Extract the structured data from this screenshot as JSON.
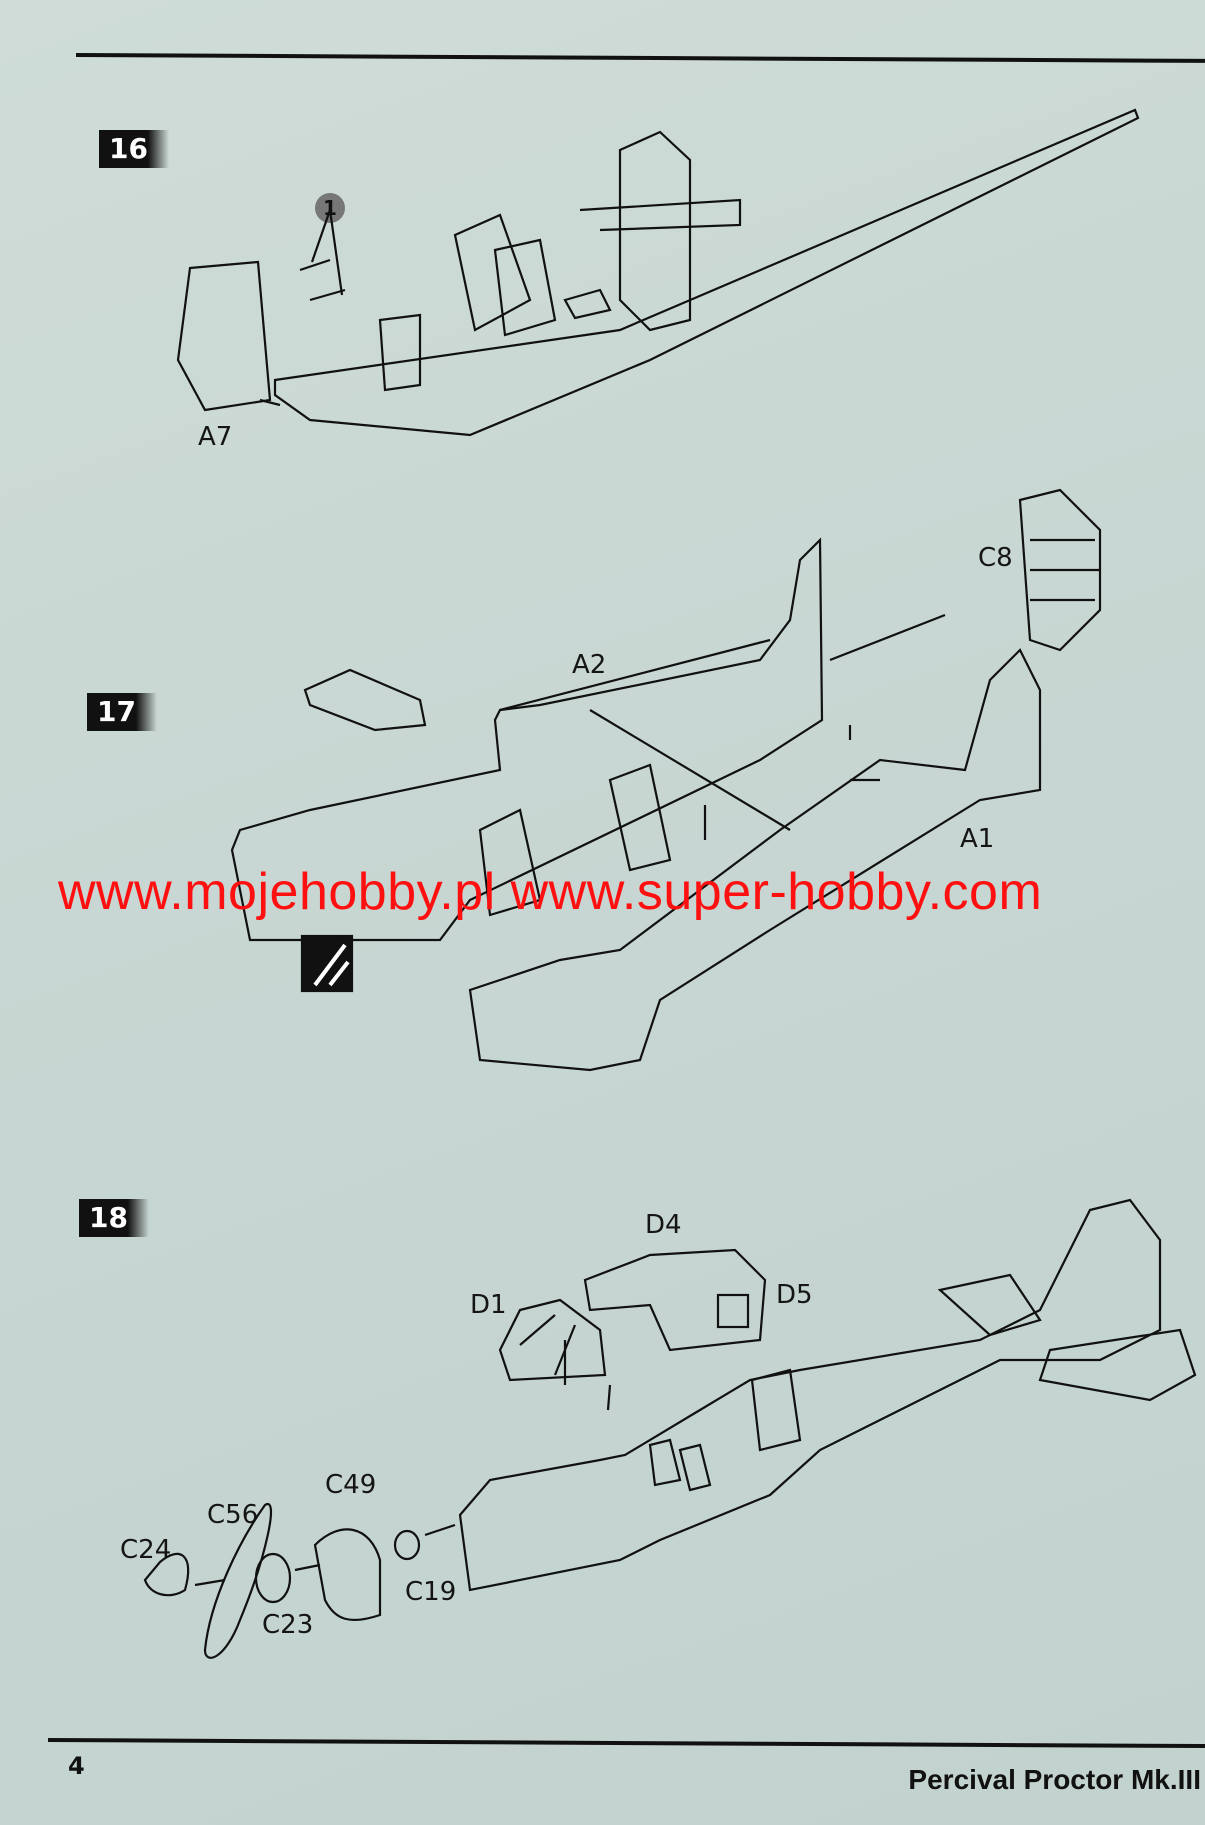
{
  "page": {
    "number": "4",
    "title": "Percival Proctor Mk.III"
  },
  "watermark": "www.mojehobby.pl www.super-hobby.com",
  "steps": [
    {
      "number": "16",
      "callout": "1",
      "parts": [
        "A7"
      ]
    },
    {
      "number": "17",
      "parts": [
        "A2",
        "C8",
        "A1"
      ]
    },
    {
      "number": "18",
      "parts": [
        "D4",
        "D1",
        "D5",
        "C49",
        "C56",
        "C24",
        "C23",
        "C19"
      ]
    }
  ]
}
